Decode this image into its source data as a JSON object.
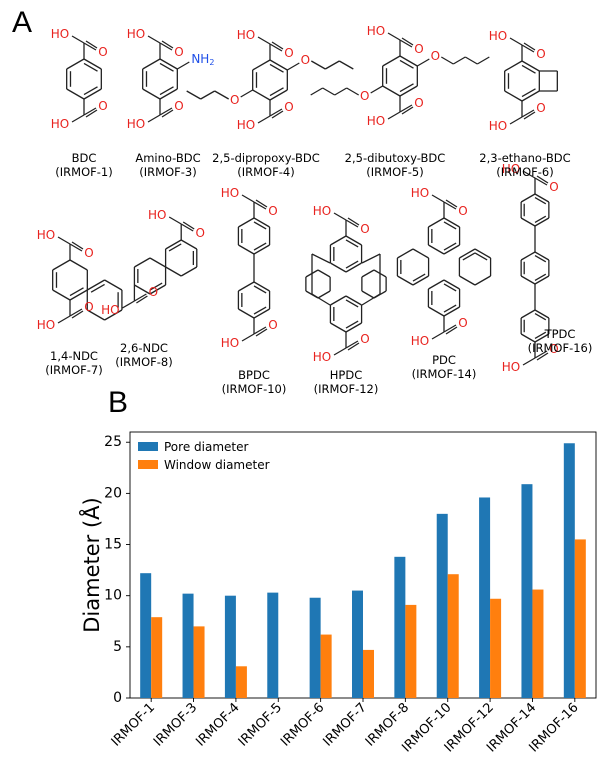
{
  "panel_a": {
    "letter": "A",
    "atoms": {
      "oh": "HO",
      "o": "O",
      "nh2": "NH",
      "nh2_sub": "2"
    },
    "molecules": [
      {
        "name": "BDC",
        "framework": "(IRMOF-1)"
      },
      {
        "name": "Amino-BDC",
        "framework": "(IRMOF-3)"
      },
      {
        "name": "2,5-dipropoxy-BDC",
        "framework": "(IRMOF-4)"
      },
      {
        "name": "2,5-dibutoxy-BDC",
        "framework": "(IRMOF-5)"
      },
      {
        "name": "2,3-ethano-BDC",
        "framework": "(IRMOF-6)"
      },
      {
        "name": "1,4-NDC",
        "framework": "(IRMOF-7)"
      },
      {
        "name": "2,6-NDC",
        "framework": "(IRMOF-8)"
      },
      {
        "name": "BPDC",
        "framework": "(IRMOF-10)"
      },
      {
        "name": "HPDC",
        "framework": "(IRMOF-12)"
      },
      {
        "name": "PDC",
        "framework": "(IRMOF-14)"
      },
      {
        "name": "TPDC",
        "framework": "(IRMOF-16)"
      }
    ]
  },
  "panel_b": {
    "letter": "B"
  },
  "chart_data": {
    "type": "bar",
    "title": "",
    "xlabel": "",
    "ylabel": "Diameter (Å)",
    "ylim": [
      0,
      26
    ],
    "yticks": [
      0,
      5,
      10,
      15,
      20,
      25
    ],
    "grid": false,
    "legend_position": "top-left",
    "categories": [
      "IRMOF-1",
      "IRMOF-3",
      "IRMOF-4",
      "IRMOF-5",
      "IRMOF-6",
      "IRMOF-7",
      "IRMOF-8",
      "IRMOF-10",
      "IRMOF-12",
      "IRMOF-14",
      "IRMOF-16"
    ],
    "series": [
      {
        "name": "Pore diameter",
        "color": "#1f77b4",
        "values": [
          12.2,
          10.2,
          10.0,
          10.3,
          9.8,
          10.5,
          13.8,
          18.0,
          19.6,
          20.9,
          24.9
        ]
      },
      {
        "name": "Window diameter",
        "color": "#ff7f0e",
        "values": [
          7.9,
          7.0,
          3.1,
          null,
          6.2,
          4.7,
          9.1,
          12.1,
          9.7,
          10.6,
          15.5
        ]
      }
    ]
  },
  "colors": {
    "oxygen": "#e8231f",
    "nitrogen": "#1f4fe8",
    "bond": "#222222",
    "axis": "#000000"
  }
}
